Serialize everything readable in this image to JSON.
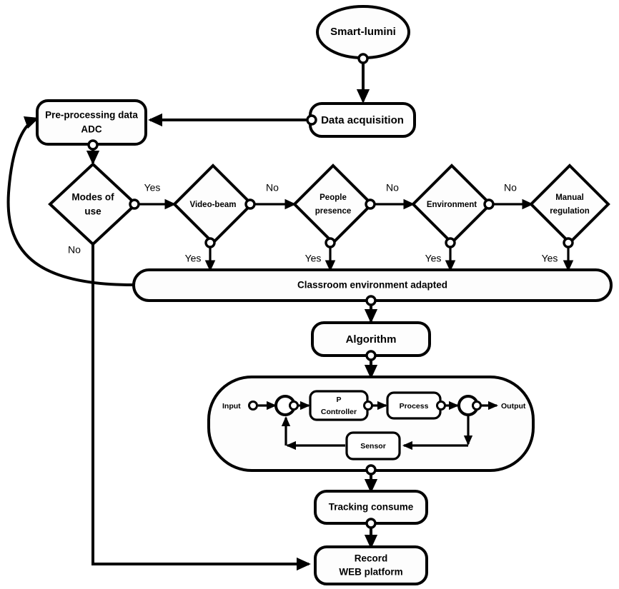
{
  "diagram": {
    "type": "flowchart",
    "title_node": {
      "label": "Smart-lumini",
      "shape": "ellipse"
    },
    "nodes": [
      {
        "id": "smart-lumini",
        "label": "Smart-lumini",
        "shape": "ellipse"
      },
      {
        "id": "data-acquisition",
        "label": "Data acquisition",
        "shape": "rounded-rect"
      },
      {
        "id": "pre-processing",
        "label_line1": "Pre-processing data",
        "label_line2": "ADC",
        "shape": "rounded-rect"
      },
      {
        "id": "modes-of-use",
        "label_line1": "Modes of",
        "label_line2": "use",
        "shape": "diamond"
      },
      {
        "id": "video-beam",
        "label": "Video-beam",
        "shape": "diamond"
      },
      {
        "id": "people-presence",
        "label_line1": "People",
        "label_line2": "presence",
        "shape": "diamond"
      },
      {
        "id": "environment",
        "label": "Environment",
        "shape": "diamond"
      },
      {
        "id": "manual-regulation",
        "label_line1": "Manual",
        "label_line2": "regulation",
        "shape": "diamond"
      },
      {
        "id": "classroom-environment",
        "label": "Classroom environment adapted",
        "shape": "stadium-bar"
      },
      {
        "id": "algorithm",
        "label": "Algorithm",
        "shape": "rounded-rect"
      },
      {
        "id": "control-loop",
        "label": "",
        "shape": "stadium-container"
      },
      {
        "id": "tracking-consume",
        "label": "Tracking consume",
        "shape": "rounded-rect"
      },
      {
        "id": "record-web",
        "label_line1": "Record",
        "label_line2": "WEB platform",
        "shape": "rounded-rect"
      }
    ],
    "control_loop": {
      "input_label": "Input",
      "output_label": "Output",
      "blocks": [
        {
          "id": "p-controller",
          "label_line1": "P",
          "label_line2": "Controller"
        },
        {
          "id": "process",
          "label": "Process"
        },
        {
          "id": "sensor",
          "label": "Sensor"
        }
      ]
    },
    "edge_labels": {
      "modes_yes": "Yes",
      "modes_no": "No",
      "video_beam_no": "No",
      "video_beam_yes": "Yes",
      "people_presence_no": "No",
      "people_presence_yes": "Yes",
      "environment_no": "No",
      "environment_yes": "Yes",
      "manual_regulation_yes": "Yes"
    },
    "colors": {
      "stroke": "#000000",
      "fill": "#fdfdfd",
      "background": "#ffffff"
    }
  }
}
